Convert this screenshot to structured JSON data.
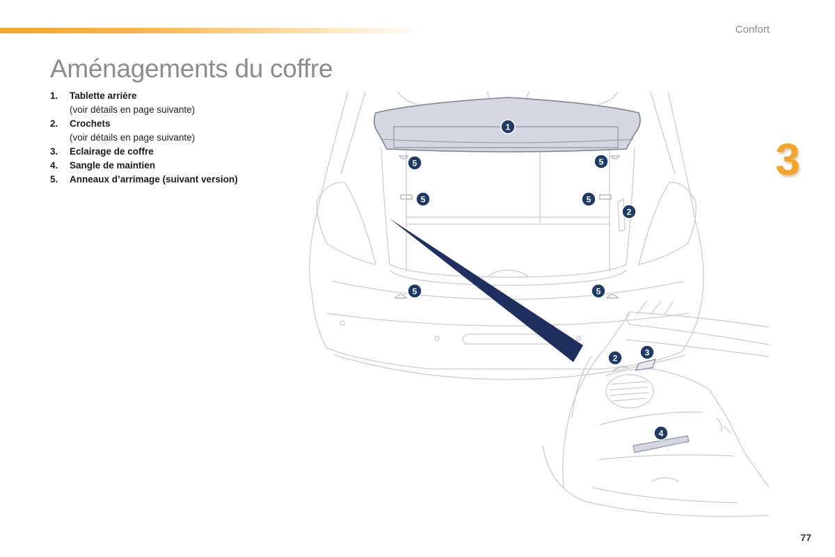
{
  "header": {
    "section": "Confort"
  },
  "page": {
    "title": "Aménagements du coffre",
    "chapter": "3",
    "number": "77"
  },
  "items": [
    {
      "num": "1.",
      "label": "Tablette arrière",
      "note": "(voir détails en page suivante)"
    },
    {
      "num": "2.",
      "label": "Crochets",
      "note": "(voir détails en page suivante)"
    },
    {
      "num": "3.",
      "label": "Eclairage de coffre"
    },
    {
      "num": "4.",
      "label": "Sangle de maintien"
    },
    {
      "num": "5.",
      "label": "Anneaux d’arrimage (suivant version)"
    }
  ],
  "markers": {
    "shelf": "1",
    "hook_side": "2",
    "hook_detail": "2",
    "light": "3",
    "strap": "4",
    "ring_upper_left": "5",
    "ring_upper_right": "5",
    "ring_mid_left": "5",
    "ring_mid_right": "5",
    "ring_low_left": "5",
    "ring_low_right": "5"
  },
  "colors": {
    "accent": "#f3a42c",
    "marker": "#1f3a64",
    "pointer": "#1f2f5e",
    "line_art": "#c9ccd2",
    "shelf_fill": "#d4d7e0"
  }
}
